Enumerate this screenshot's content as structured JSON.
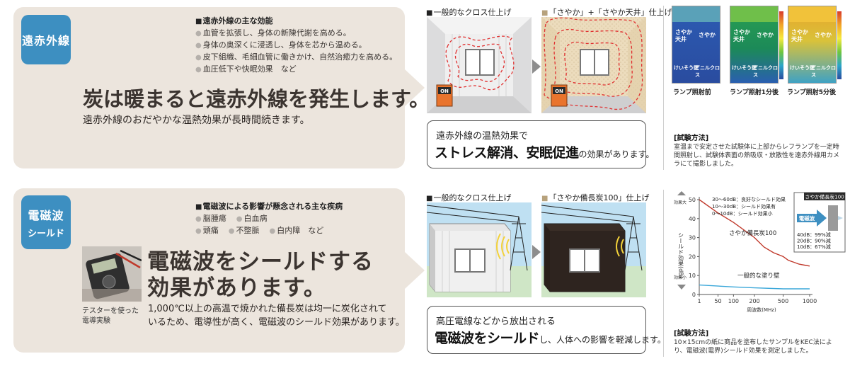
{
  "far_infrared": {
    "tag": "遠赤外線",
    "effects_title": "遠赤外線の主な効能",
    "effects": [
      "血管を拡張し、身体の新陳代謝を高める。",
      "身体の奥深くに浸透し、身体を芯から温める。",
      "皮下組織、毛細血管に働きかけ、自然治癒力を高める。",
      "血圧低下や快眠効果　など"
    ],
    "headline": "炭は暖まると遠赤外線を発生します。",
    "subline": "遠赤外線のおだやかな温熱効果が長時間続きます。",
    "caption_left": "一般的なクロス仕上げ",
    "caption_right": "「さやか」+「さやか天井」仕上げ",
    "heater_label": "ON",
    "callout_line1": "遠赤外線の温熱効果で",
    "callout_big": "ストレス解消、安眠促進",
    "callout_tail": "の効果があります。",
    "thermo_labels": {
      "sayaka": "さやか",
      "sayaka_ceiling": "さやか\n天井",
      "keisou": "けいそう壁",
      "vinyl": "ビニルクロス"
    },
    "thermo_captions": [
      "ランプ照射前",
      "ランプ照射1分後",
      "ランプ照射5分後"
    ],
    "method_title": "[試験方法]",
    "method_text": "室温まで安定させた試験体に上部からレフランプを一定時間照射し、試験体表面の熱吸収・放散性を遠赤外線用カメラにて撮影しました。"
  },
  "emf": {
    "tag_line1": "電磁波",
    "tag_line2": "シールド",
    "effects_title": "電磁波による影響が懸念される主な疾病",
    "effects_row1": [
      "脳腫瘍",
      "白血病"
    ],
    "effects_row2": [
      "頭痛",
      "不整脈",
      "白内障　など"
    ],
    "photo_caption": "テスターを使った\n電導実験",
    "headline_line1": "電磁波をシールドする",
    "headline_line2": "効果があります。",
    "subline_line1": "1,000℃以上の高温で焼かれた備長炭は均一に炭化されて",
    "subline_line2": "いるため、電導性が高く、電磁波のシールド効果があります。",
    "caption_left": "一般的なクロス仕上げ",
    "caption_right": "「さやか備長炭100」仕上げ",
    "callout_line1": "高圧電線などから放出される",
    "callout_big": "電磁波をシールド",
    "callout_tail": "し、人体への影響を軽減します。",
    "method_title": "[試験方法]",
    "method_text": "10×15cmの紙に商品を塗布したサンプルをKEC法により、電磁波(電界)シールド効果を測定しました。"
  },
  "chart_data": {
    "type": "line",
    "title": "",
    "xlabel": "周波数(MHz)",
    "ylabel": "シールド効果(dB)",
    "xlim": [
      1,
      1000
    ],
    "ylim": [
      0,
      50
    ],
    "x_ticks": [
      "1",
      "50",
      "100",
      "200",
      "500",
      "1000"
    ],
    "y_ticks": [
      "0",
      "10",
      "20",
      "30",
      "40",
      "50"
    ],
    "y_top_note": "効果大",
    "y_bottom_note": "効果小",
    "series": [
      {
        "name": "さやか備長炭100",
        "x": [
          1,
          50,
          100,
          200,
          300,
          400,
          500,
          600,
          700,
          800,
          900,
          1000
        ],
        "y": [
          50,
          43,
          38,
          30,
          25,
          22,
          20,
          18,
          17,
          16,
          15.5,
          15
        ]
      },
      {
        "name": "一般的な塗り壁",
        "x": [
          1,
          100,
          200,
          500,
          1000
        ],
        "y": [
          5,
          4,
          3.5,
          3,
          3
        ]
      }
    ],
    "legend_levels": [
      "30〜60dB：良好なシールド効果",
      "10〜30dB：シールド効果有",
      "0〜10dB：シールド効果小"
    ],
    "inset": {
      "title": "さやか備長炭100",
      "arrow_label": "電磁波",
      "rows": [
        "40dB：99%減",
        "20dB：90%減",
        "10dB：67%減"
      ]
    },
    "grid": false
  }
}
